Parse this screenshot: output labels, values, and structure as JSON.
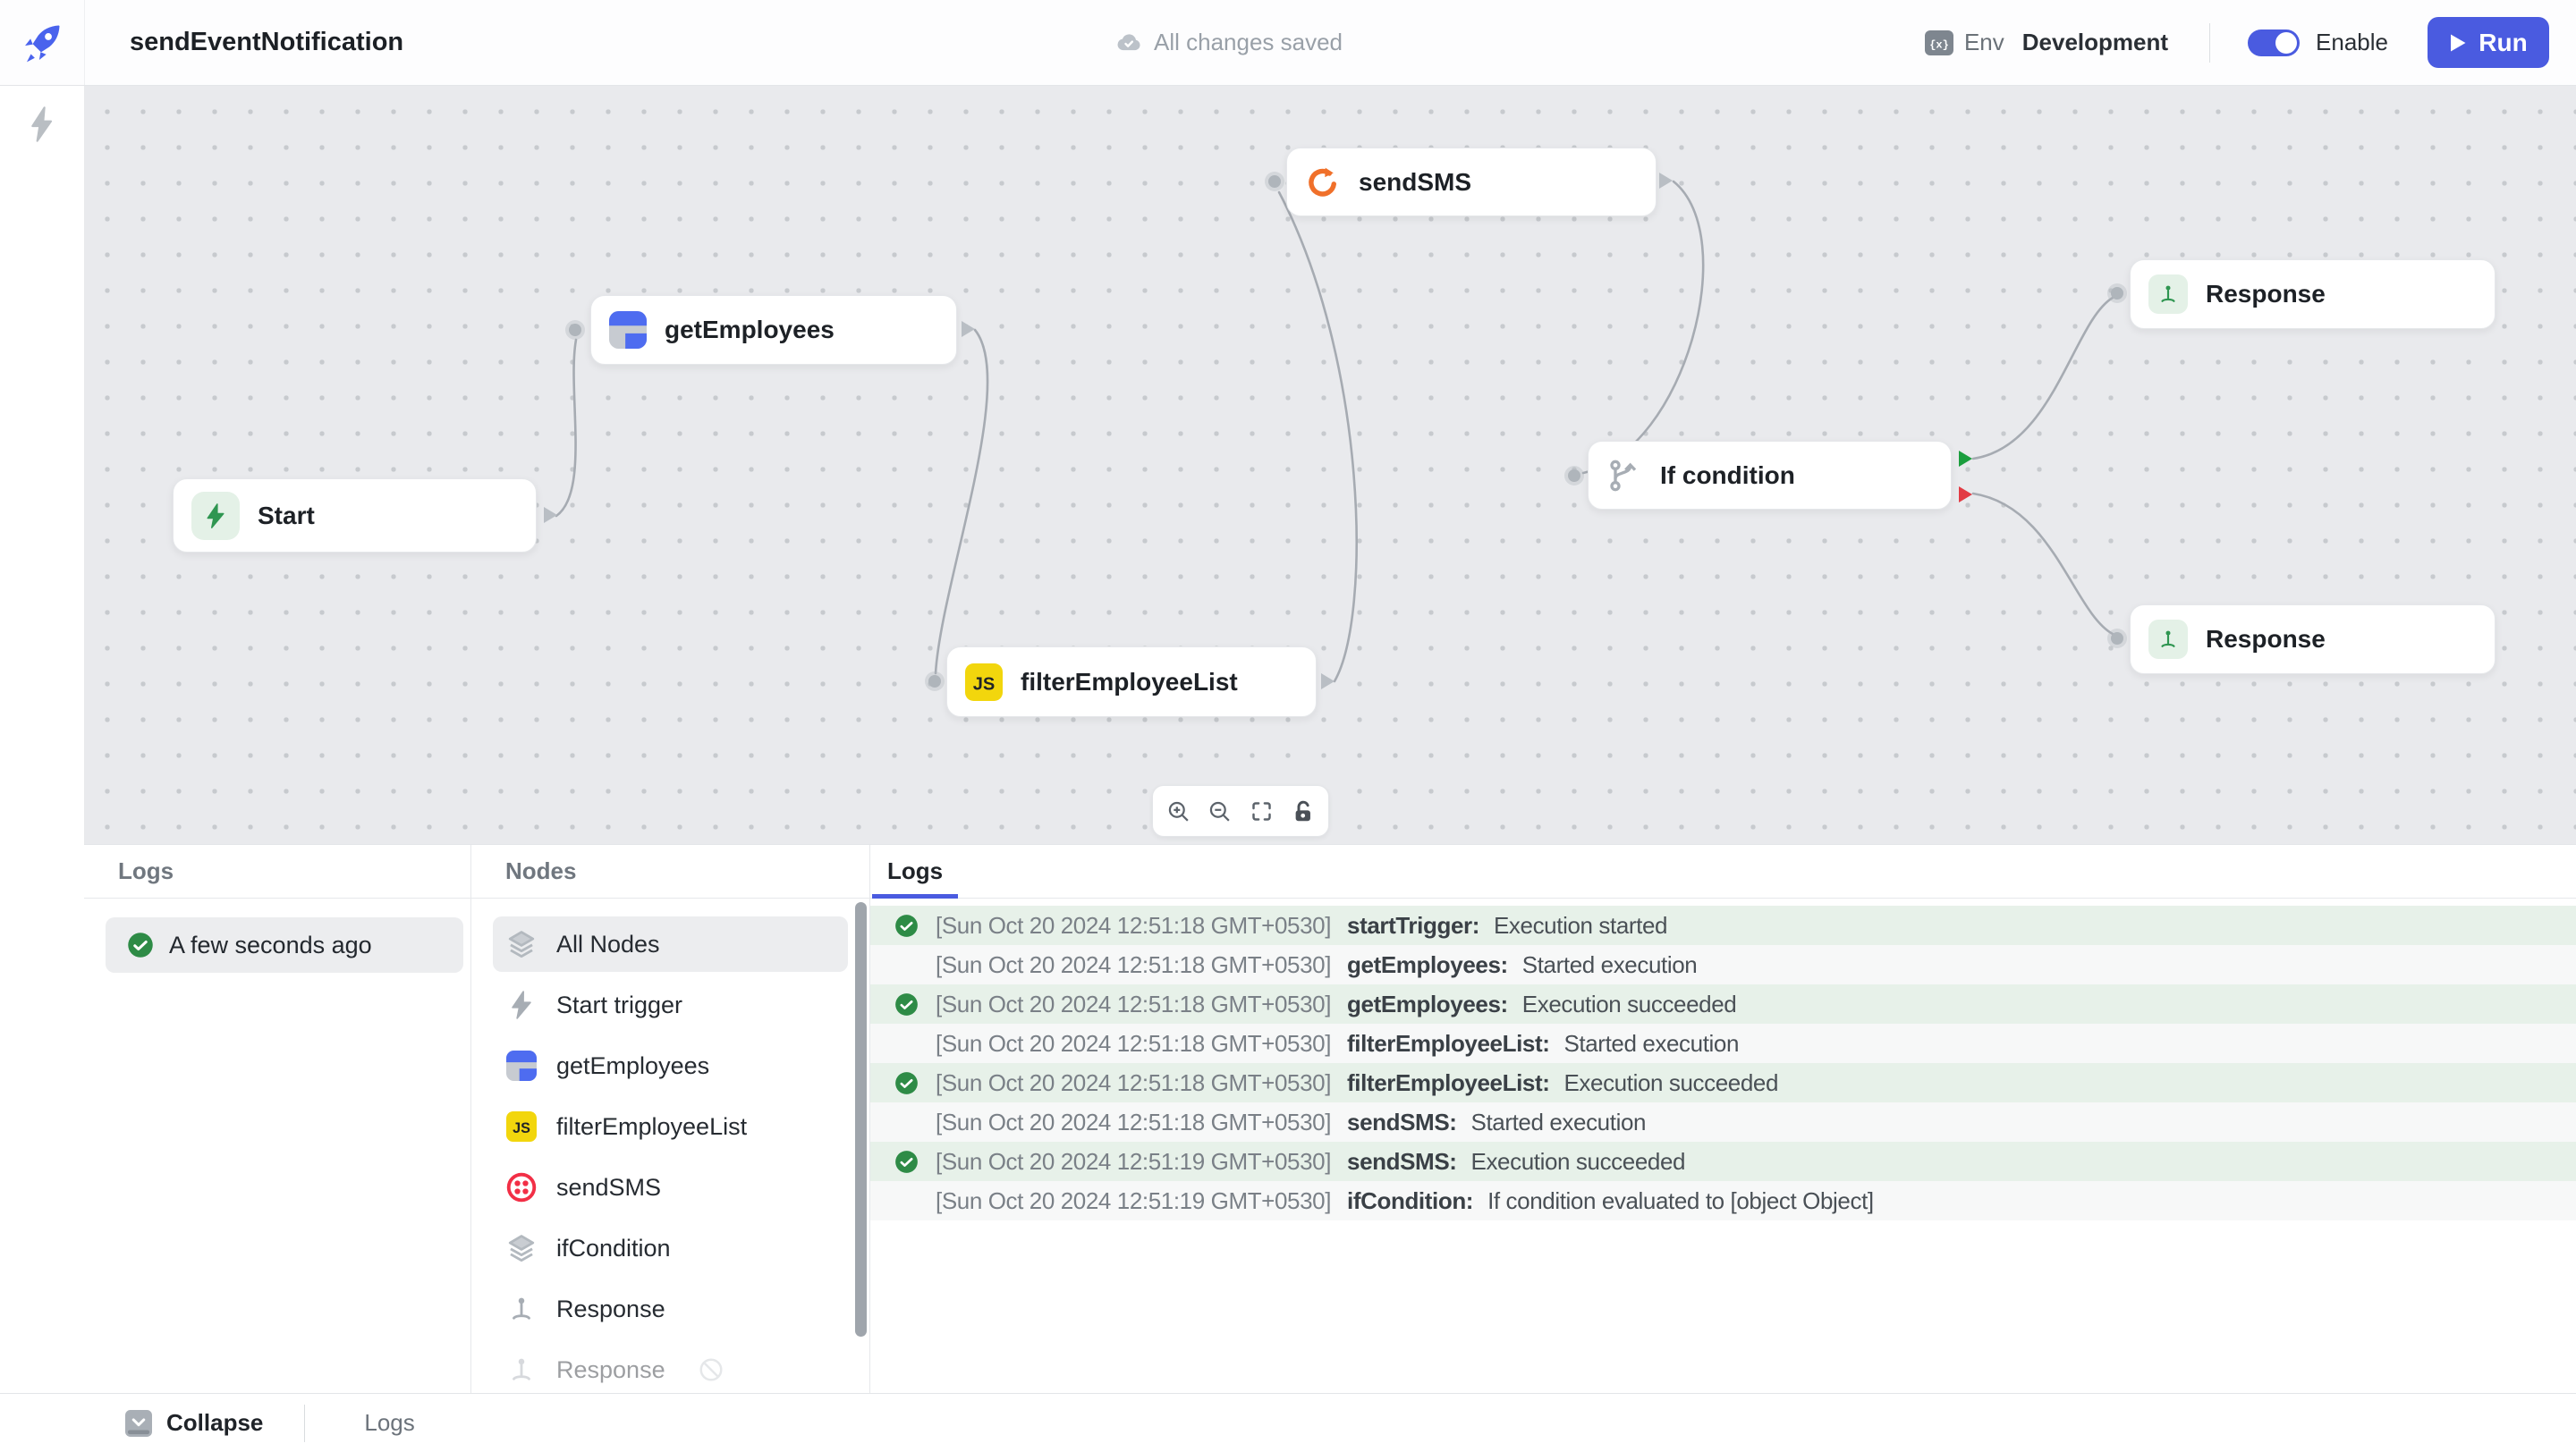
{
  "header": {
    "title": "sendEventNotification",
    "save_status": "All changes saved",
    "env_label": "Env",
    "env_value": "Development",
    "enable_label": "Enable",
    "enabled": true,
    "run_label": "Run"
  },
  "canvas": {
    "nodes": [
      {
        "id": "start",
        "label": "Start",
        "icon": "lightning-green-icon"
      },
      {
        "id": "getEmployees",
        "label": "getEmployees",
        "icon": "table-icon"
      },
      {
        "id": "sendSMS",
        "label": "sendSMS",
        "icon": "loop-icon"
      },
      {
        "id": "filterEmployeeList",
        "label": "filterEmployeeList",
        "icon": "js-icon"
      },
      {
        "id": "ifCondition",
        "label": "If condition",
        "icon": "branch-icon"
      },
      {
        "id": "response1",
        "label": "Response",
        "icon": "response-pin-icon"
      },
      {
        "id": "response2",
        "label": "Response",
        "icon": "response-pin-icon"
      }
    ],
    "toolbar": [
      {
        "icon": "zoom-in-icon"
      },
      {
        "icon": "zoom-out-icon"
      },
      {
        "icon": "fit-view-icon"
      },
      {
        "icon": "lock-icon"
      }
    ]
  },
  "panels": {
    "runs": {
      "title": "Logs",
      "items": [
        {
          "label": "A few seconds ago",
          "status": "success",
          "selected": true
        }
      ]
    },
    "nodes": {
      "title": "Nodes",
      "items": [
        {
          "label": "All Nodes",
          "icon": "layers-icon",
          "selected": true
        },
        {
          "label": "Start trigger",
          "icon": "lightning-gray-icon"
        },
        {
          "label": "getEmployees",
          "icon": "table-icon"
        },
        {
          "label": "filterEmployeeList",
          "icon": "js-icon"
        },
        {
          "label": "sendSMS",
          "icon": "twilio-icon"
        },
        {
          "label": "ifCondition",
          "icon": "layers-icon"
        },
        {
          "label": "Response",
          "icon": "response-pin-gray-icon"
        },
        {
          "label": "Response",
          "icon": "response-pin-gray-icon",
          "disabled": true,
          "trailing_icon": "ban-icon"
        }
      ]
    },
    "logs": {
      "tab": "Logs",
      "entries": [
        {
          "timestamp": "[Sun Oct 20 2024 12:51:18 GMT+0530]",
          "node": "startTrigger:",
          "message": "Execution started",
          "success": true
        },
        {
          "timestamp": "[Sun Oct 20 2024 12:51:18 GMT+0530]",
          "node": "getEmployees:",
          "message": "Started execution",
          "success": false
        },
        {
          "timestamp": "[Sun Oct 20 2024 12:51:18 GMT+0530]",
          "node": "getEmployees:",
          "message": "Execution succeeded",
          "success": true
        },
        {
          "timestamp": "[Sun Oct 20 2024 12:51:18 GMT+0530]",
          "node": "filterEmployeeList:",
          "message": "Started execution",
          "success": false
        },
        {
          "timestamp": "[Sun Oct 20 2024 12:51:18 GMT+0530]",
          "node": "filterEmployeeList:",
          "message": "Execution succeeded",
          "success": true
        },
        {
          "timestamp": "[Sun Oct 20 2024 12:51:18 GMT+0530]",
          "node": "sendSMS:",
          "message": "Started execution",
          "success": false
        },
        {
          "timestamp": "[Sun Oct 20 2024 12:51:19 GMT+0530]",
          "node": "sendSMS:",
          "message": "Execution succeeded",
          "success": true
        },
        {
          "timestamp": "[Sun Oct 20 2024 12:51:19 GMT+0530]",
          "node": "ifCondition:",
          "message": "If condition evaluated to [object Object]",
          "success": false
        }
      ]
    }
  },
  "footer": {
    "collapse_label": "Collapse",
    "logs_label": "Logs"
  },
  "colors": {
    "accent_blue": "#4a5be0",
    "success_green": "#2e8b46",
    "row_green": "#e7f1e9",
    "js_yellow": "#f2d60d",
    "twilio_red": "#f22f46",
    "loop_orange": "#f0702a",
    "node_blue": "#4e6cf0"
  }
}
